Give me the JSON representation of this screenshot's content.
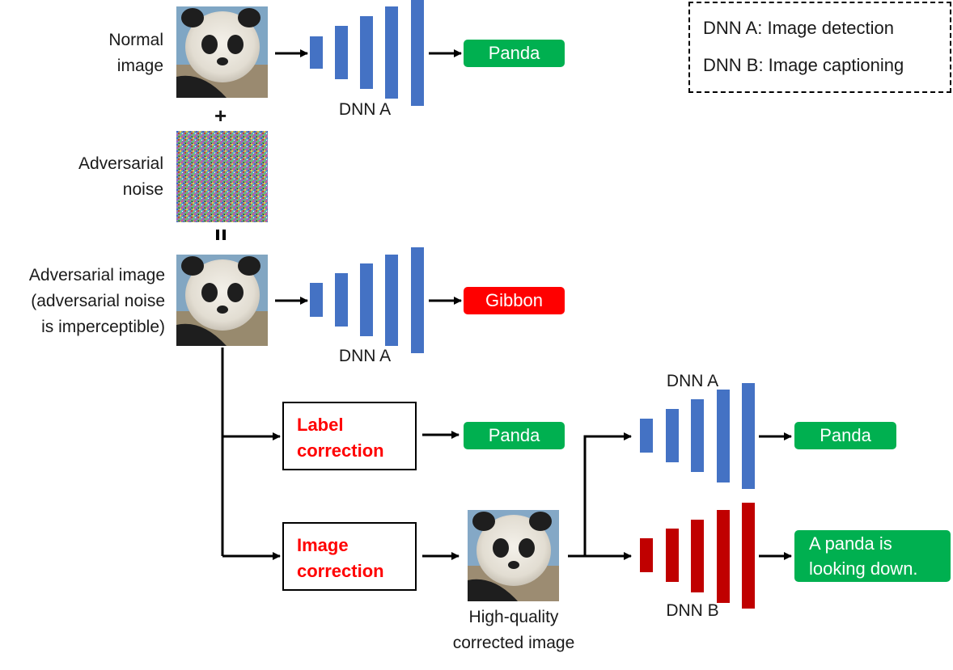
{
  "legend": {
    "line_a": "DNN A: Image detection",
    "line_b": "DNN B: Image captioning"
  },
  "labels": {
    "normal_image": "Normal\nimage",
    "adversarial_noise": "Adversarial\nnoise",
    "adversarial_image": "Adversarial image\n(adversarial noise\nis imperceptible)",
    "plus": "+",
    "equals": "=",
    "dnn_a_1": "DNN A",
    "dnn_a_2": "DNN A",
    "dnn_a_3": "DNN A",
    "dnn_b": "DNN B",
    "corrected_image": "High-quality\ncorrected image"
  },
  "boxes": {
    "label_correction": "Label\ncorrection",
    "image_correction": "Image\ncorrection"
  },
  "outputs": {
    "panda_1": "Panda",
    "gibbon": "Gibbon",
    "panda_2": "Panda",
    "panda_3": "Panda",
    "caption": "A panda is\nlooking down."
  },
  "colors": {
    "dnn_a": "#4472c4",
    "dnn_b": "#c00000",
    "correct": "#00b050",
    "wrong": "#ff0000"
  }
}
